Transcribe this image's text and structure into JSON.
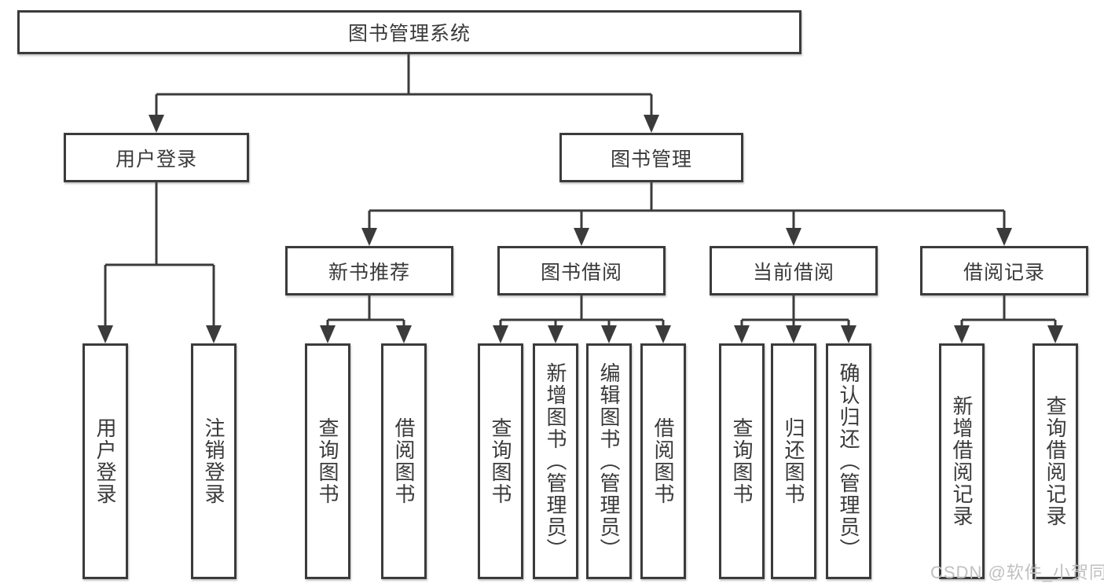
{
  "diagram": {
    "root": {
      "label": "图书管理系统"
    },
    "branches": [
      {
        "label": "用户登录",
        "leaves": [
          "用户登录",
          "注销登录"
        ]
      },
      {
        "label": "图书管理",
        "groups": [
          {
            "label": "新书推荐",
            "leaves": [
              "查询图书",
              "借阅图书"
            ]
          },
          {
            "label": "图书借阅",
            "leaves": [
              "查询图书",
              "新增图书（管理员）",
              "编辑图书（管理员）",
              "借阅图书"
            ]
          },
          {
            "label": "当前借阅",
            "leaves": [
              "查询图书",
              "归还图书",
              "确认归还（管理员）"
            ]
          },
          {
            "label": "借阅记录",
            "leaves": [
              "新增借阅记录",
              "查询借阅记录"
            ]
          }
        ]
      }
    ]
  },
  "watermark": {
    "text": "CSDN @软件_小贺同学"
  },
  "colors": {
    "line": "#3b3b3b",
    "text": "#3a3a3a",
    "watermark": "#c0c0c0",
    "background": "#ffffff"
  }
}
